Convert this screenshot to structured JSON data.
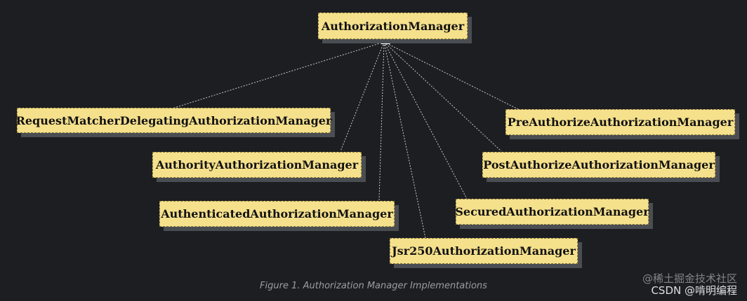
{
  "nodes": {
    "root": "AuthorizationManager",
    "request_matcher": "RequestMatcherDelegatingAuthorizationManager",
    "authority": "AuthorityAuthorizationManager",
    "authenticated": "AuthenticatedAuthorizationManager",
    "jsr250": "Jsr250AuthorizationManager",
    "secured": "SecuredAuthorizationManager",
    "post_authorize": "PostAuthorizeAuthorizationManager",
    "pre_authorize": "PreAuthorizeAuthorizationManager"
  },
  "caption": "Figure 1. Authorization Manager Implementations",
  "watermark": {
    "line1": "@稀土掘金技术社区",
    "line2": "CSDN @啃明编程"
  }
}
